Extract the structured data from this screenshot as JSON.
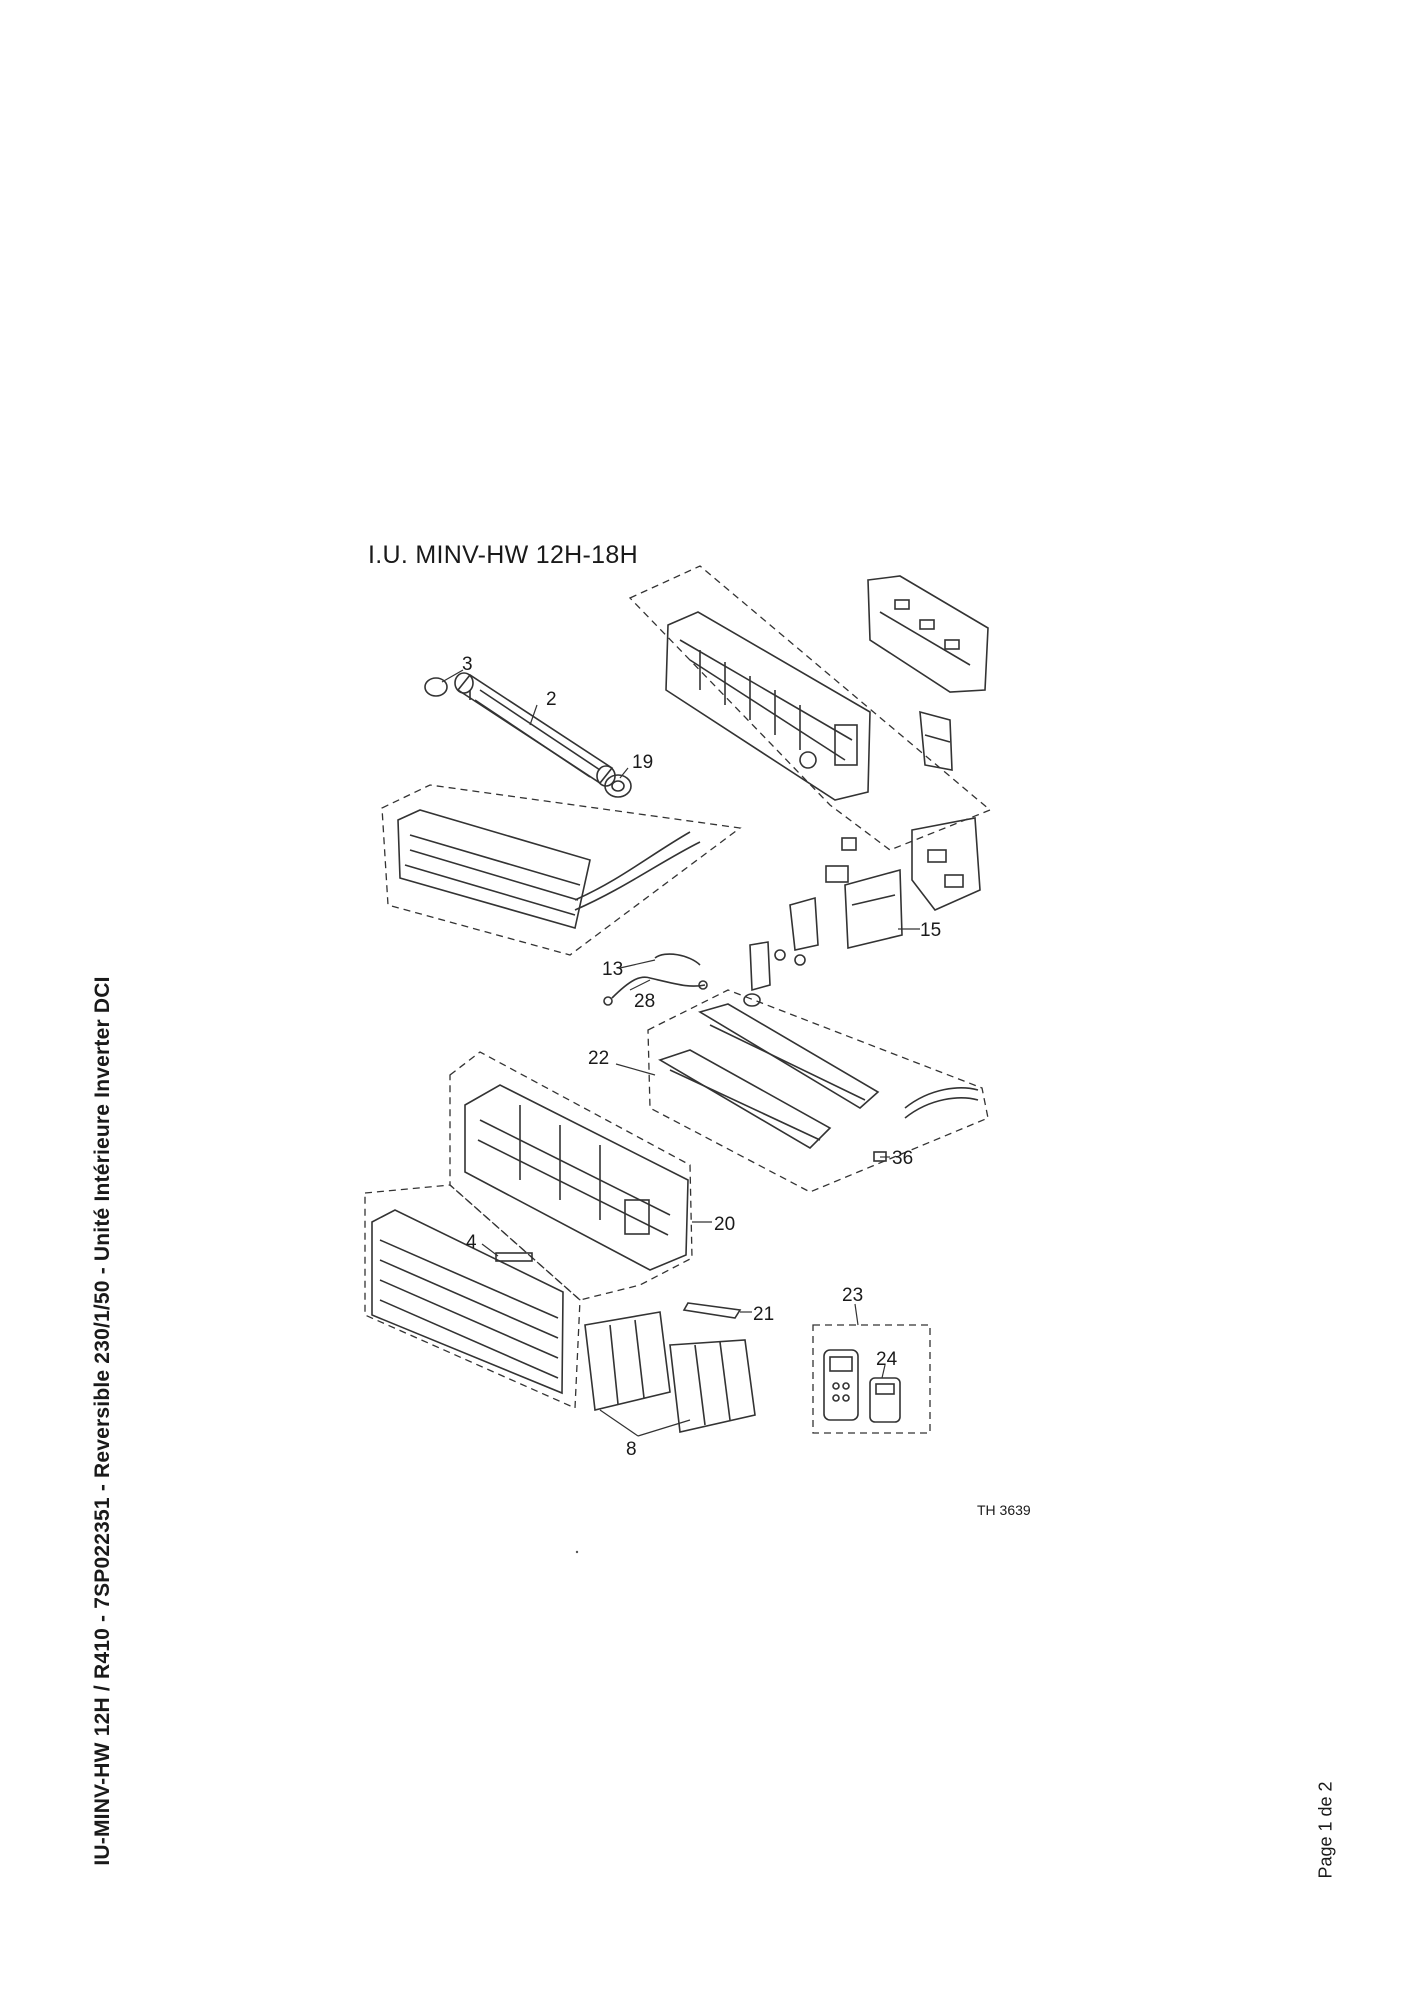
{
  "document": {
    "side_title": "IU-MINV-HW 12H / R410 - 7SP022351 - Reversible 230/1/50 - Unité Intérieure Inverter DCI",
    "page_footer": "Page 1 de 2",
    "diagram_title": "I.U. MINV-HW 12H-18H",
    "reference_code": "TH 3639"
  },
  "callouts": [
    {
      "id": "c3",
      "text": "3"
    },
    {
      "id": "c2",
      "text": "2"
    },
    {
      "id": "c19",
      "text": "19"
    },
    {
      "id": "c15",
      "text": "15"
    },
    {
      "id": "c13",
      "text": "13"
    },
    {
      "id": "c28",
      "text": "28"
    },
    {
      "id": "c22",
      "text": "22"
    },
    {
      "id": "c36",
      "text": "36"
    },
    {
      "id": "c20",
      "text": "20"
    },
    {
      "id": "c4",
      "text": "4"
    },
    {
      "id": "c21",
      "text": "21"
    },
    {
      "id": "c23",
      "text": "23"
    },
    {
      "id": "c24",
      "text": "24"
    },
    {
      "id": "c8",
      "text": "8"
    }
  ],
  "colors": {
    "ink": "#1a1a1a",
    "line": "#333333",
    "paper": "#ffffff"
  }
}
